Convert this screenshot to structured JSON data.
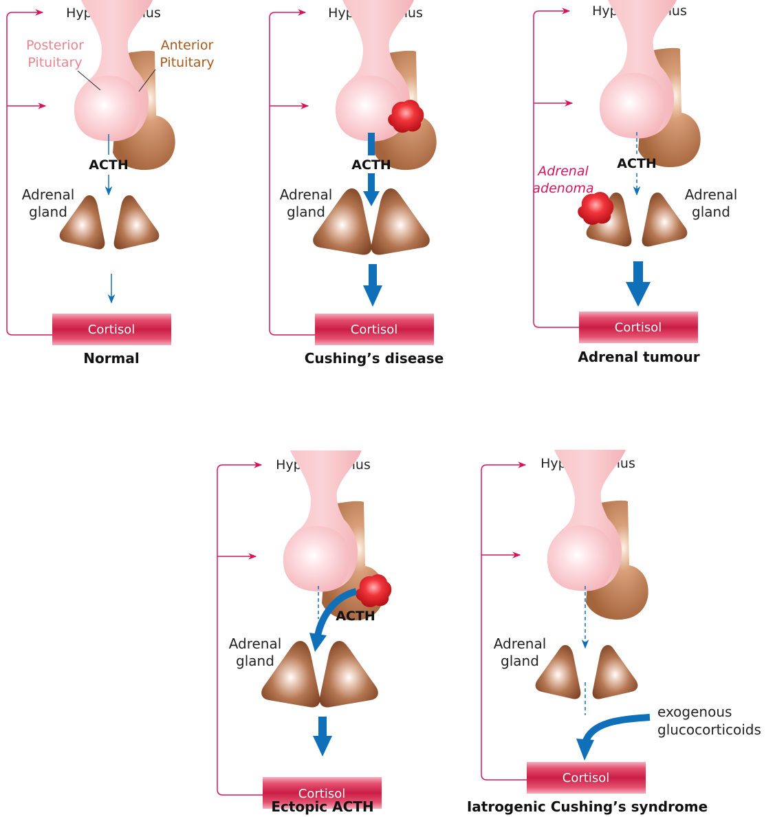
{
  "colors": {
    "feedback_line": "#d6145a",
    "arrow_blue": "#0f6fb9",
    "posterior_text": "#e8848f",
    "anterior_text": "#a7581d",
    "adenoma_text": "#d6145a",
    "cortisol_box": "#d4244d",
    "tumour": "#e6262e"
  },
  "panels": {
    "normal": {
      "hypothalamus": "Hypothalamus",
      "posterior_label": "Posterior\nPituitary",
      "anterior_label": "Anterior\nPituitary",
      "acth": "ACTH",
      "adrenal_label": "Adrenal\ngland",
      "cortisol": "Cortisol",
      "title": "Normal"
    },
    "cushings_disease": {
      "hypothalamus": "Hypothalamus",
      "acth": "ACTH",
      "adrenal_label": "Adrenal\ngland",
      "cortisol": "Cortisol",
      "title": "Cushing’s disease"
    },
    "adrenal_tumour": {
      "hypothalamus": "Hypothalamus",
      "acth": "ACTH",
      "adenoma_label": "Adrenal\nadenoma",
      "adrenal_label": "Adrenal\ngland",
      "cortisol": "Cortisol",
      "title": "Adrenal tumour"
    },
    "ectopic": {
      "hypothalamus": "Hypothalamus",
      "acth": "ACTH",
      "adrenal_label": "Adrenal\ngland",
      "cortisol": "Cortisol",
      "title": "Ectopic ACTH"
    },
    "iatrogenic": {
      "hypothalamus": "Hypothalamus",
      "exogenous_label": "exogenous\nglucocorticoids",
      "adrenal_label": "Adrenal\ngland",
      "cortisol": "Cortisol",
      "title": "Iatrogenic Cushing’s syndrome"
    }
  }
}
